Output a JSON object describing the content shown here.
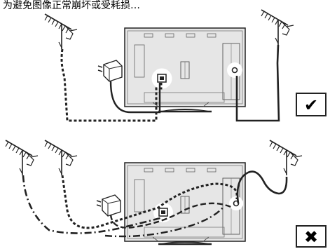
{
  "caption": "为避免图像正常崩坏或受耗损…",
  "panels": [
    {
      "id": "correct",
      "mark": "✔"
    },
    {
      "id": "incorrect",
      "mark": "✖"
    }
  ],
  "colors": {
    "line": "#222222",
    "tv_body": "#e6e6e6",
    "panel_bg": "#d0d0d0"
  },
  "icons": [
    "antenna-icon",
    "power-adapter-icon",
    "tv-back-panel",
    "check-mark-icon",
    "cross-mark-icon"
  ]
}
